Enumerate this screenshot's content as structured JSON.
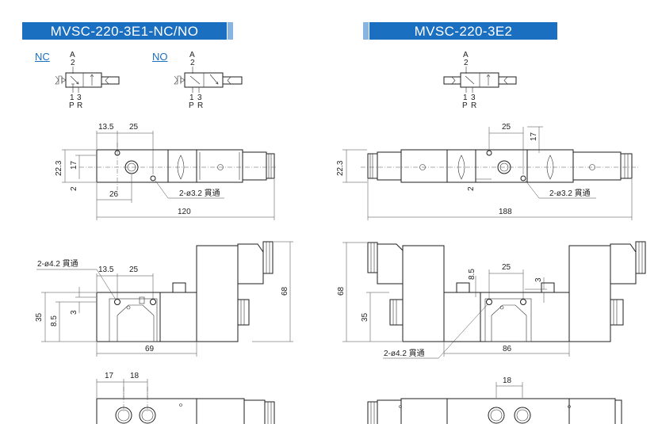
{
  "models": [
    {
      "title": "MVSC-220-3E1-NC/NO",
      "title_color": "#1a6fc0"
    },
    {
      "title": "MVSC-220-3E2",
      "title_color": "#1a6fc0"
    }
  ],
  "symbols": {
    "nc_label": "NC",
    "no_label": "NO",
    "port_a": "A",
    "port_2": "2",
    "port_1": "1",
    "port_3": "3",
    "port_p": "P",
    "port_r": "R"
  },
  "left_top_view": {
    "dims": {
      "d13_5": "13.5",
      "d25": "25",
      "d22_3": "22.3",
      "d17": "17",
      "d2": "2",
      "d26": "26",
      "d120": "120"
    },
    "hole_note": "2-ø3.2 貫通"
  },
  "right_top_view": {
    "dims": {
      "d25": "25",
      "d17": "17",
      "d22_3": "22.3",
      "d2": "2",
      "d188": "188"
    },
    "hole_note": "2-ø3.2 貫通"
  },
  "left_front_view": {
    "dims": {
      "d13_5": "13.5",
      "d25": "25",
      "d35": "35",
      "d8_5": "8.5",
      "d3": "3",
      "d69": "69",
      "d68": "68"
    },
    "hole_note": "2-ø4.2 貫通"
  },
  "right_front_view": {
    "dims": {
      "d8_5": "8.5",
      "d25": "25",
      "d3": "3",
      "d68": "68",
      "d35": "35",
      "d86": "86"
    },
    "hole_note": "2-ø4.2 貫通"
  },
  "left_bottom_view": {
    "dims": {
      "d17": "17",
      "d18": "18"
    }
  },
  "right_bottom_view": {
    "dims": {
      "d18": "18"
    }
  },
  "colors": {
    "accent": "#1a6fc0",
    "accent_light": "#88b4e2",
    "line": "#1e1e1e"
  }
}
